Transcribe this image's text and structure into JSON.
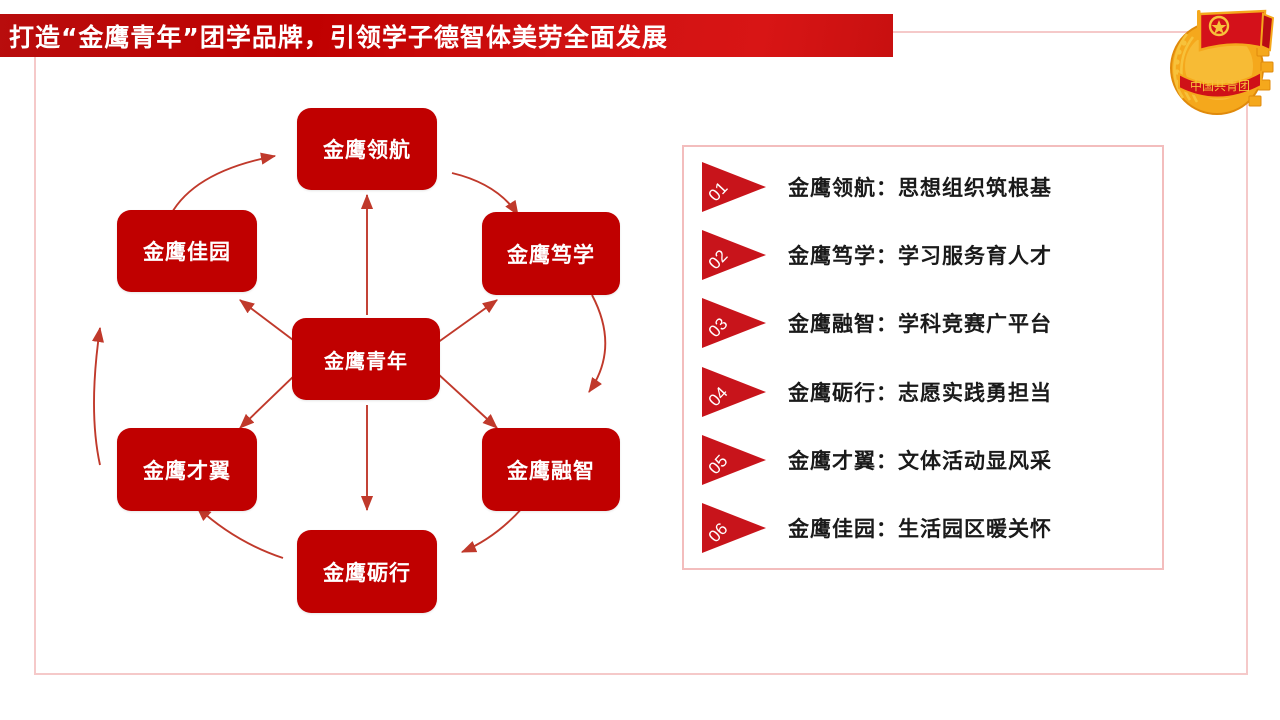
{
  "slide": {
    "title": "打造“金鹰青年”团学品牌，引领学子德智体美劳全面发展",
    "accent_color": "#c00000",
    "frame_color": "#f5c9c9",
    "emblem_name": "communist-youth-league-emblem",
    "emblem_ribbon_text": "中国共青团"
  },
  "diagram": {
    "center": {
      "label": "金鹰青年"
    },
    "nodes": [
      {
        "label": "金鹰领航"
      },
      {
        "label": "金鹰笃学"
      },
      {
        "label": "金鹰融智"
      },
      {
        "label": "金鹰砺行"
      },
      {
        "label": "金鹰才翼"
      },
      {
        "label": "金鹰佳园"
      }
    ]
  },
  "list": {
    "items": [
      {
        "num": "01",
        "text": "金鹰领航：思想组织筑根基"
      },
      {
        "num": "02",
        "text": "金鹰笃学：学习服务育人才"
      },
      {
        "num": "03",
        "text": "金鹰融智：学科竞赛广平台"
      },
      {
        "num": "04",
        "text": "金鹰砺行：志愿实践勇担当"
      },
      {
        "num": "05",
        "text": "金鹰才翼：文体活动显风采"
      },
      {
        "num": "06",
        "text": "金鹰佳园：生活园区暖关怀"
      }
    ]
  }
}
